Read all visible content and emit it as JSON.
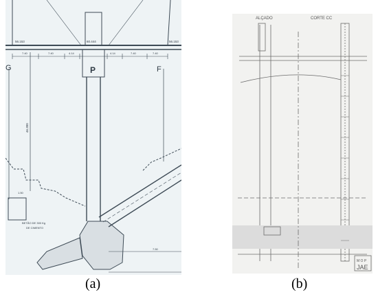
{
  "panel_a": {
    "labels": {
      "left_letter": "G",
      "right_letter": "F",
      "pier_letter": "P",
      "elev_left": "56.153",
      "elev_center": "60.444",
      "elev_right": "56.153",
      "spans": [
        "7.40",
        "7.40",
        "4.14",
        "4.14",
        "7.40",
        "7.40"
      ],
      "height_dim": "46.300",
      "base_dim": "1.50",
      "note_line1": "BETÃO DE 300 Kg",
      "note_line2": "DE CIMENTO",
      "bottom_dim": "7.50"
    },
    "colors": {
      "line": "#3d4a55",
      "fill": "#eef3f5"
    }
  },
  "panel_b": {
    "labels": {
      "alcado": "ALÇADO",
      "corte": "CORTE CC",
      "stamp_top": "M O P",
      "stamp_bottom": "JAE"
    },
    "colors": {
      "line": "#6b6b6b",
      "fill": "#f2f2f0"
    }
  },
  "captions": {
    "a": "(a)",
    "b": "(b)"
  }
}
